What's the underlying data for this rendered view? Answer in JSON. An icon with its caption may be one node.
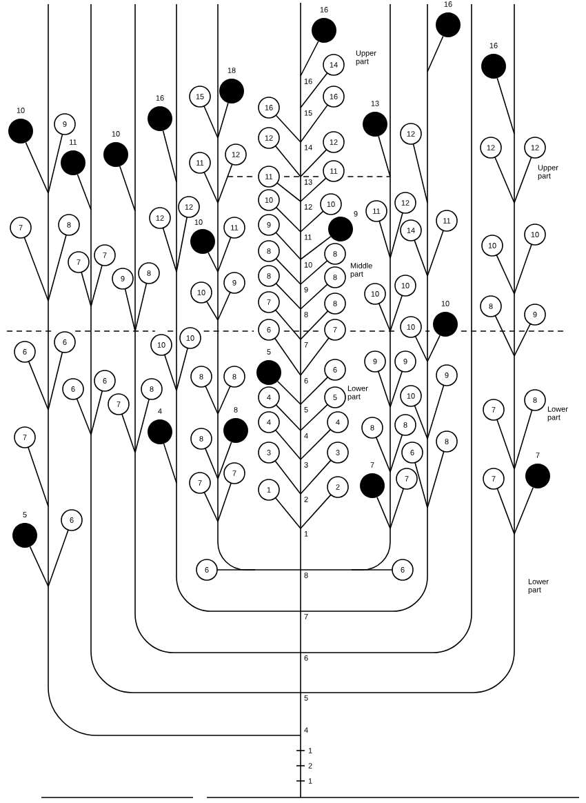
{
  "diagram": {
    "nodes": [
      {
        "text": [],
        "shape": "circle",
        "beside": [
          "16"
        ]
      },
      {
        "text": [],
        "shape": "circle",
        "beside": [
          "10"
        ]
      },
      {
        "text": [
          "9"
        ]
      },
      {
        "text": [
          "7"
        ]
      },
      {
        "text": [
          "8"
        ]
      },
      {
        "text": [
          "6"
        ]
      },
      {
        "text": [
          "6"
        ]
      },
      {
        "text": [
          "7"
        ]
      },
      {
        "text": [],
        "shape": "circle",
        "beside": [
          "5"
        ]
      },
      {
        "text": [
          "6"
        ]
      },
      {
        "text": [],
        "shape": "circle",
        "beside": [
          "11"
        ]
      },
      {
        "text": [
          "7"
        ]
      },
      {
        "text": [
          "7"
        ]
      },
      {
        "text": [
          "6"
        ]
      },
      {
        "text": [
          "6"
        ]
      },
      {
        "text": [],
        "shape": "circle",
        "beside": [
          "10"
        ]
      },
      {
        "text": [
          "9"
        ]
      },
      {
        "text": [
          "8"
        ]
      },
      {
        "text": [
          "7"
        ]
      },
      {
        "text": [
          "8"
        ]
      },
      {
        "text": [],
        "shape": "circle",
        "beside": [
          "16"
        ]
      },
      {
        "text": [
          "12"
        ]
      },
      {
        "text": [
          "12"
        ]
      },
      {
        "text": [
          "10"
        ]
      },
      {
        "text": [
          "10"
        ]
      },
      {
        "text": [],
        "shape": "circle",
        "beside": [
          "4"
        ]
      },
      {
        "text": [
          "15"
        ]
      },
      {
        "text": [],
        "shape": "circle",
        "beside": [
          "18"
        ]
      },
      {
        "text": [
          "11"
        ]
      },
      {
        "text": [
          "12"
        ]
      },
      {
        "text": [],
        "shape": "circle",
        "beside": [
          "10"
        ]
      },
      {
        "text": [
          "11"
        ]
      },
      {
        "text": [
          "10"
        ]
      },
      {
        "text": [
          "9"
        ]
      },
      {
        "text": [
          "8"
        ]
      },
      {
        "text": [
          "8"
        ]
      },
      {
        "text": [
          "8"
        ]
      },
      {
        "text": [],
        "shape": "circle",
        "beside": [
          "8"
        ]
      },
      {
        "text": [
          "7"
        ]
      },
      {
        "text": [
          "7"
        ]
      },
      {
        "text": [
          "6"
        ]
      },
      {
        "text": [
          "16"
        ]
      },
      {
        "text": [
          "12"
        ]
      },
      {
        "text": [
          "11"
        ]
      },
      {
        "text": [
          "10"
        ]
      },
      {
        "text": [
          "9"
        ]
      },
      {
        "text": [
          "8"
        ]
      },
      {
        "text": [
          "8"
        ]
      },
      {
        "text": [
          "7"
        ]
      },
      {
        "text": [
          "6"
        ]
      },
      {
        "text": [],
        "shape": "circle",
        "beside": [
          "5"
        ]
      },
      {
        "text": [
          "4"
        ]
      },
      {
        "text": [
          "4"
        ]
      },
      {
        "text": [
          "3"
        ]
      },
      {
        "text": [
          "1"
        ]
      },
      {
        "text": [
          "14"
        ]
      },
      {
        "text": [
          "16"
        ]
      },
      {
        "text": [
          "12"
        ]
      },
      {
        "text": [
          "11"
        ]
      },
      {
        "text": [
          "10"
        ]
      },
      {
        "text": [],
        "shape": "circle",
        "beside": [
          "9"
        ]
      },
      {
        "text": [
          "8"
        ]
      },
      {
        "text": [
          "8"
        ]
      },
      {
        "text": [
          "8"
        ]
      },
      {
        "text": [
          "7"
        ]
      },
      {
        "text": [
          "6"
        ]
      },
      {
        "text": [
          "5"
        ]
      },
      {
        "text": [
          "4"
        ]
      },
      {
        "text": [
          "3"
        ]
      },
      {
        "text": [
          "2"
        ]
      },
      {
        "text": [],
        "shape": "circle",
        "beside": [
          "13"
        ]
      },
      {
        "text": [
          "11"
        ]
      },
      {
        "text": [
          "12"
        ]
      },
      {
        "text": [
          "10"
        ]
      },
      {
        "text": [
          "10"
        ]
      },
      {
        "text": [
          "9"
        ]
      },
      {
        "text": [
          "9"
        ]
      },
      {
        "text": [
          "8"
        ]
      },
      {
        "text": [
          "8"
        ]
      },
      {
        "text": [],
        "shape": "circle",
        "beside": [
          "7"
        ]
      },
      {
        "text": [
          "7"
        ]
      },
      {
        "text": [
          "6"
        ]
      },
      {
        "text": [],
        "shape": "circle",
        "beside": [
          "16"
        ]
      },
      {
        "text": [
          "12"
        ]
      },
      {
        "text": [
          "14"
        ]
      },
      {
        "text": [
          "11"
        ]
      },
      {
        "text": [
          "10"
        ]
      },
      {
        "text": [],
        "shape": "circle",
        "beside": [
          "10"
        ]
      },
      {
        "text": [
          "10"
        ]
      },
      {
        "text": [
          "9"
        ]
      },
      {
        "text": [
          "6"
        ]
      },
      {
        "text": [
          "8"
        ]
      },
      {
        "text": [],
        "shape": "circle",
        "beside": [
          "16"
        ]
      },
      {
        "text": [
          "12"
        ]
      },
      {
        "text": [
          "12"
        ]
      },
      {
        "text": [
          "10"
        ]
      },
      {
        "text": [
          "10"
        ]
      },
      {
        "text": [
          "8"
        ]
      },
      {
        "text": [
          "9"
        ]
      },
      {
        "text": [
          "7"
        ]
      },
      {
        "text": [
          "8"
        ]
      },
      {
        "text": [
          "7"
        ]
      },
      {
        "text": [],
        "shape": "circle",
        "beside": [
          "7"
        ]
      }
    ],
    "labels": [
      "16",
      "15",
      "14",
      "13",
      "12",
      "11",
      "10",
      "9",
      "8",
      "7",
      "6",
      "5",
      "4",
      "3",
      "2",
      "1",
      "8",
      "7",
      "6",
      "5",
      "4",
      "1",
      "2",
      "1",
      "Upper part",
      "Upper part",
      "Middle part",
      "Lower part",
      "Lower part",
      "Lower part"
    ]
  }
}
